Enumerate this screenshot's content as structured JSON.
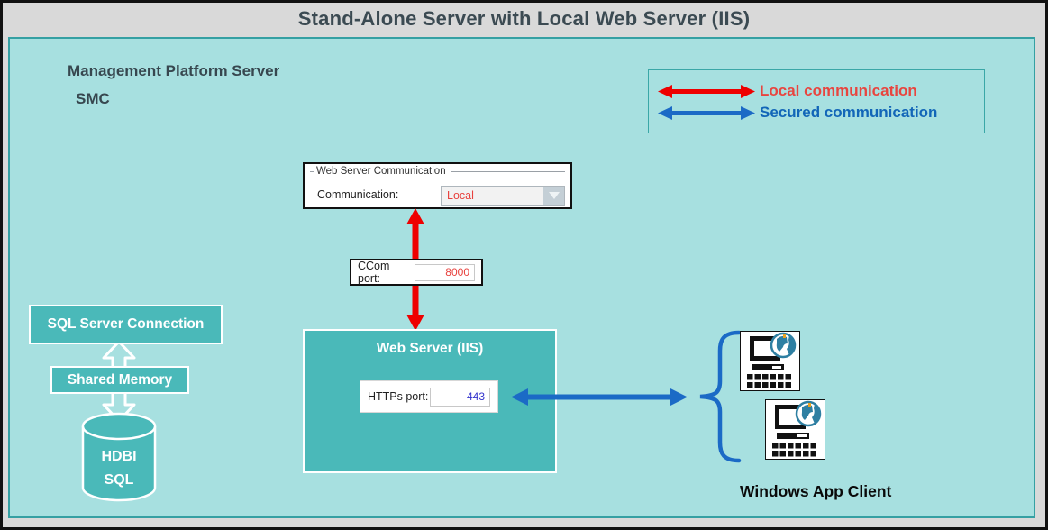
{
  "title": "Stand-Alone Server with Local Web Server (IIS)",
  "management_server": {
    "title": "Management Platform Server",
    "subtitle": "SMC"
  },
  "legend": {
    "local_label": "Local communication",
    "secured_label": "Secured communication"
  },
  "web_server_communication": {
    "group_title": "Web Server Communication",
    "field_label": "Communication:",
    "field_value": "Local"
  },
  "ccom": {
    "label": "CCom port:",
    "value": "8000"
  },
  "web_server_iis": {
    "title": "Web Server (IIS)",
    "https_label": "HTTPs port:",
    "https_value": "443"
  },
  "sql": {
    "connection_label": "SQL Server Connection",
    "shared_memory_label": "Shared Memory",
    "db_line1": "HDBI",
    "db_line2": "SQL"
  },
  "client": {
    "label": "Windows App Client"
  },
  "colors": {
    "background_teal": "#a7e0e0",
    "box_teal": "#4ab9b9",
    "container_border_teal": "#35a0a3",
    "arrow_red": "#ee0000",
    "red_text": "#e8413d",
    "arrow_blue": "#1b6ac6",
    "blue_text": "#1266b8",
    "value_blue": "#3333cc",
    "title_gray_bar": "#d9d9d9",
    "title_text": "#3b4a52"
  }
}
